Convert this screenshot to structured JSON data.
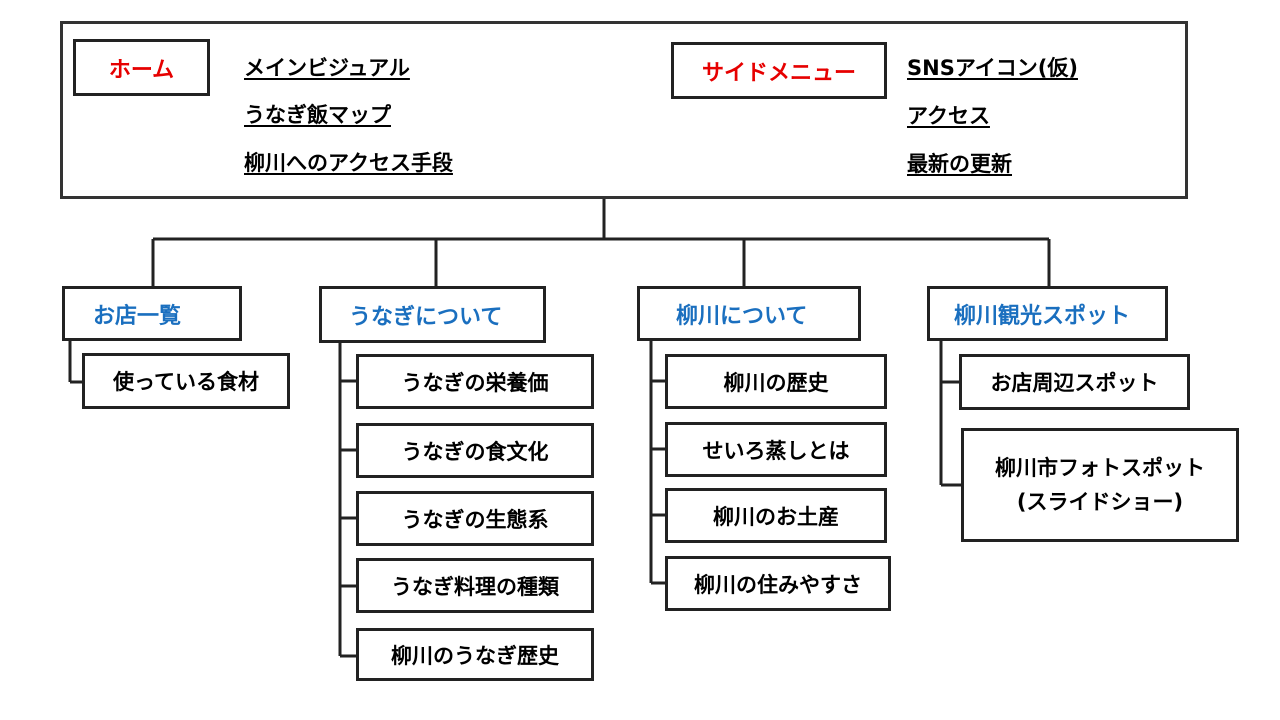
{
  "colors": {
    "home_label": "#e60000",
    "section_label": "#1a6fbf",
    "border": "#222222"
  },
  "header": {
    "home_label": "ホーム",
    "home_links": [
      "メインビジュアル",
      "うなぎ飯マップ",
      "柳川へのアクセス手段"
    ],
    "side_label": "サイドメニュー",
    "side_links": [
      "SNSアイコン(仮)",
      "アクセス",
      "最新の更新"
    ]
  },
  "sections": [
    {
      "label": "お店一覧",
      "children": [
        "使っている食材"
      ]
    },
    {
      "label": "うなぎについて",
      "children": [
        "うなぎの栄養価",
        "うなぎの食文化",
        "うなぎの生態系",
        "うなぎ料理の種類",
        "柳川のうなぎ歴史"
      ]
    },
    {
      "label": "柳川について",
      "children": [
        "柳川の歴史",
        "せいろ蒸しとは",
        "柳川のお土産",
        "柳川の住みやすさ"
      ]
    },
    {
      "label": "柳川観光スポット",
      "children": [
        "お店周辺スポット",
        "柳川市フォトスポット",
        "(スライドショー)"
      ]
    }
  ]
}
